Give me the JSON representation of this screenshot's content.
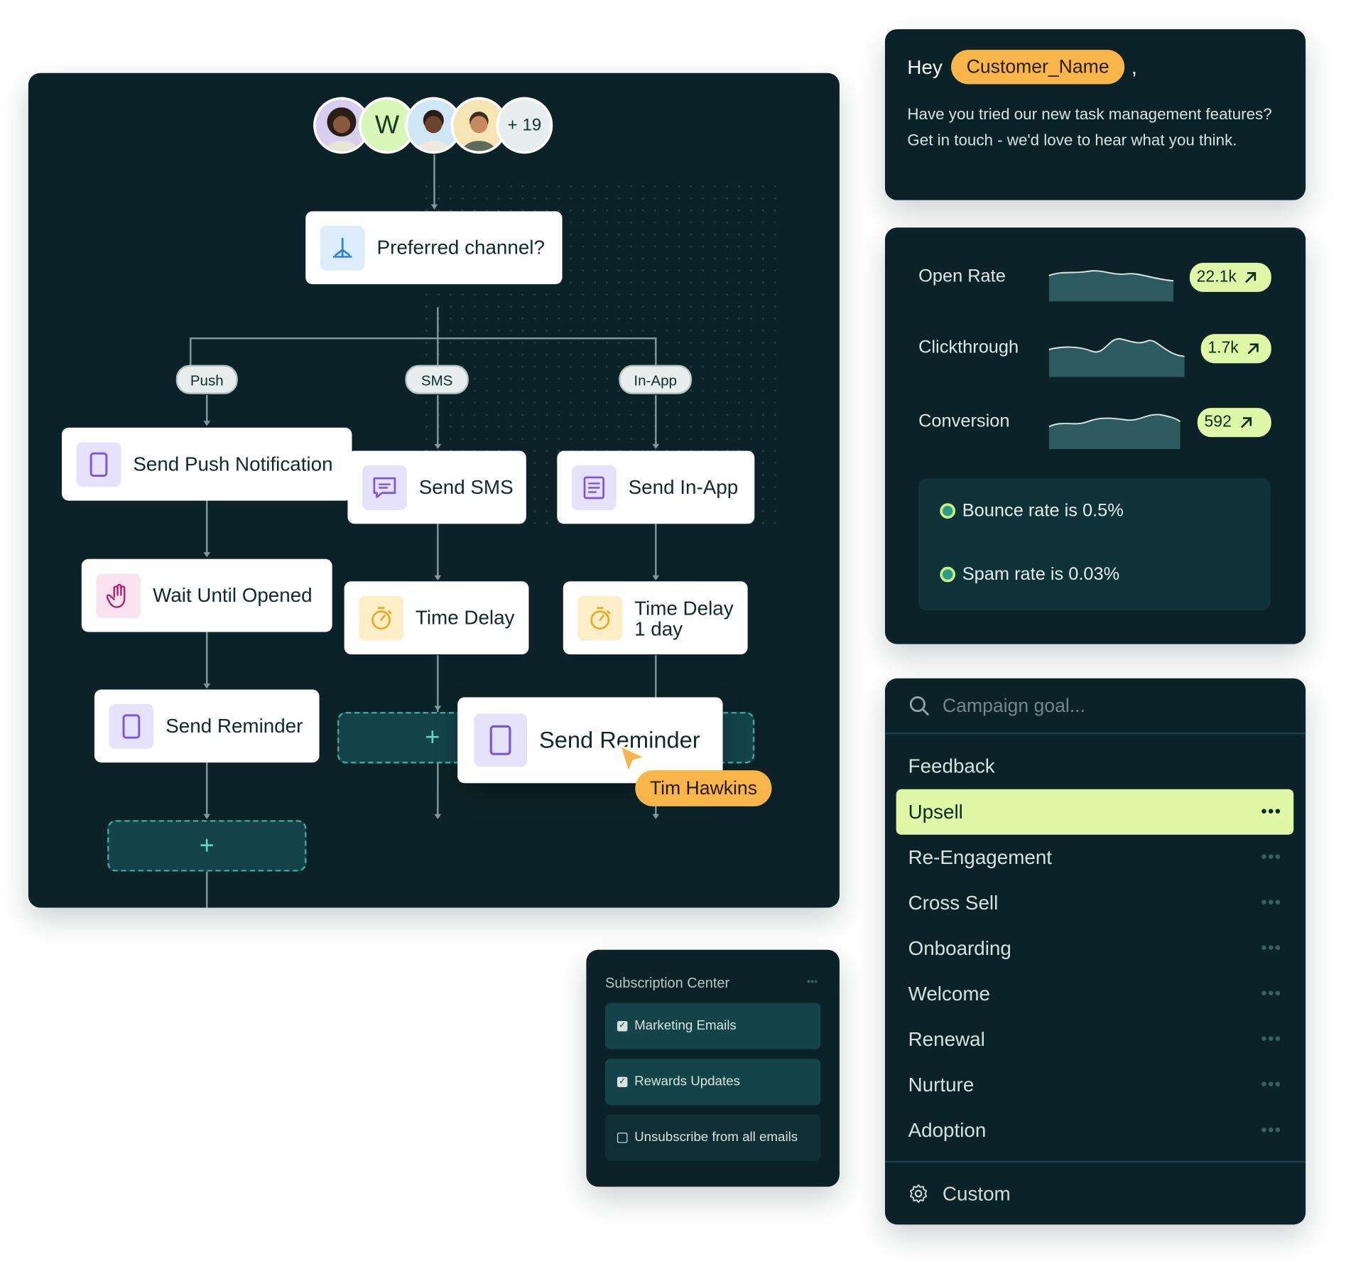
{
  "flow": {
    "avatars": [
      {
        "initial": ""
      },
      {
        "initial": "W"
      },
      {
        "initial": ""
      },
      {
        "initial": ""
      }
    ],
    "more_count": "+ 19",
    "decision": "Preferred channel?",
    "branches": {
      "push": {
        "label": "Push",
        "step1": "Send Push Notification",
        "step2": "Wait Until Opened",
        "step3": "Send Reminder"
      },
      "sms": {
        "label": "SMS",
        "step1": "Send SMS",
        "step2": "Time Delay"
      },
      "inapp": {
        "label": "In-App",
        "step1": "Send In-App",
        "step2_title": "Time Delay",
        "step2_detail": "1 day"
      }
    },
    "add_symbol": "+",
    "dragged_node": "Send Reminder",
    "cursor_user": "Tim Hawkins"
  },
  "message": {
    "greeting": "Hey",
    "variable": "Customer_Name",
    "comma": ",",
    "body": "Have you tried our new task management features? Get in touch - we'd love to hear what you think."
  },
  "metrics": {
    "rows": [
      {
        "label": "Open Rate",
        "value": "22.1k"
      },
      {
        "label": "Clickthrough",
        "value": "1.7k"
      },
      {
        "label": "Conversion",
        "value": "592"
      }
    ],
    "bounce": "Bounce rate is 0.5%",
    "spam": "Spam rate is 0.03%",
    "colors": {
      "badge": "#dff8a8",
      "panel": "#0b2328"
    }
  },
  "campaign": {
    "search_placeholder": "Campaign goal...",
    "goals": [
      "Feedback",
      "Upsell",
      "Re-Engagement",
      "Cross Sell",
      "Onboarding",
      "Welcome",
      "Renewal",
      "Nurture",
      "Adoption"
    ],
    "selected": "Upsell",
    "custom": "Custom"
  },
  "subscription": {
    "title": "Subscription Center",
    "options": [
      {
        "label": "Marketing Emails",
        "checked": true
      },
      {
        "label": "Rewards Updates",
        "checked": true
      },
      {
        "label": "Unsubscribe from all emails",
        "checked": false
      }
    ]
  }
}
